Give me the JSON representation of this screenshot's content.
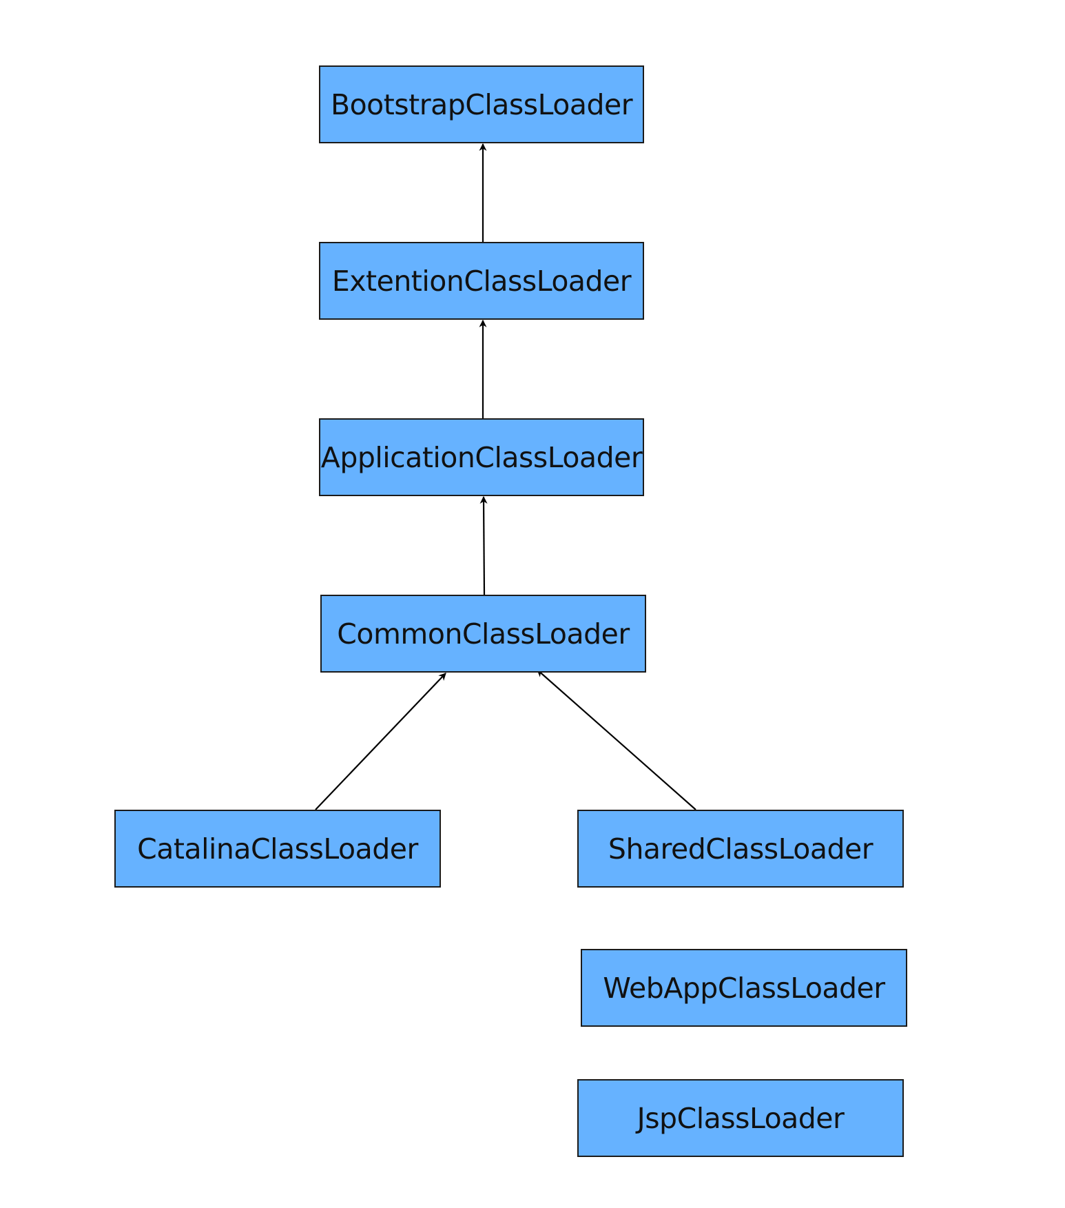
{
  "diagram": {
    "nodes": [
      {
        "id": "bootstrap",
        "label": "BootstrapClassLoader"
      },
      {
        "id": "extention",
        "label": "ExtentionClassLoader"
      },
      {
        "id": "application",
        "label": "ApplicationClassLoader"
      },
      {
        "id": "common",
        "label": "CommonClassLoader"
      },
      {
        "id": "catalina",
        "label": "CatalinaClassLoader"
      },
      {
        "id": "shared",
        "label": "SharedClassLoader"
      },
      {
        "id": "webapp",
        "label": "WebAppClassLoader"
      },
      {
        "id": "jsp",
        "label": "JspClassLoader"
      }
    ],
    "edges": [
      {
        "from": "extention",
        "to": "bootstrap"
      },
      {
        "from": "application",
        "to": "extention"
      },
      {
        "from": "common",
        "to": "application"
      },
      {
        "from": "catalina",
        "to": "common"
      },
      {
        "from": "shared",
        "to": "common"
      }
    ],
    "colors": {
      "node_fill": "#66b2ff",
      "node_border": "#1a1a1a",
      "edge": "#000000"
    }
  }
}
